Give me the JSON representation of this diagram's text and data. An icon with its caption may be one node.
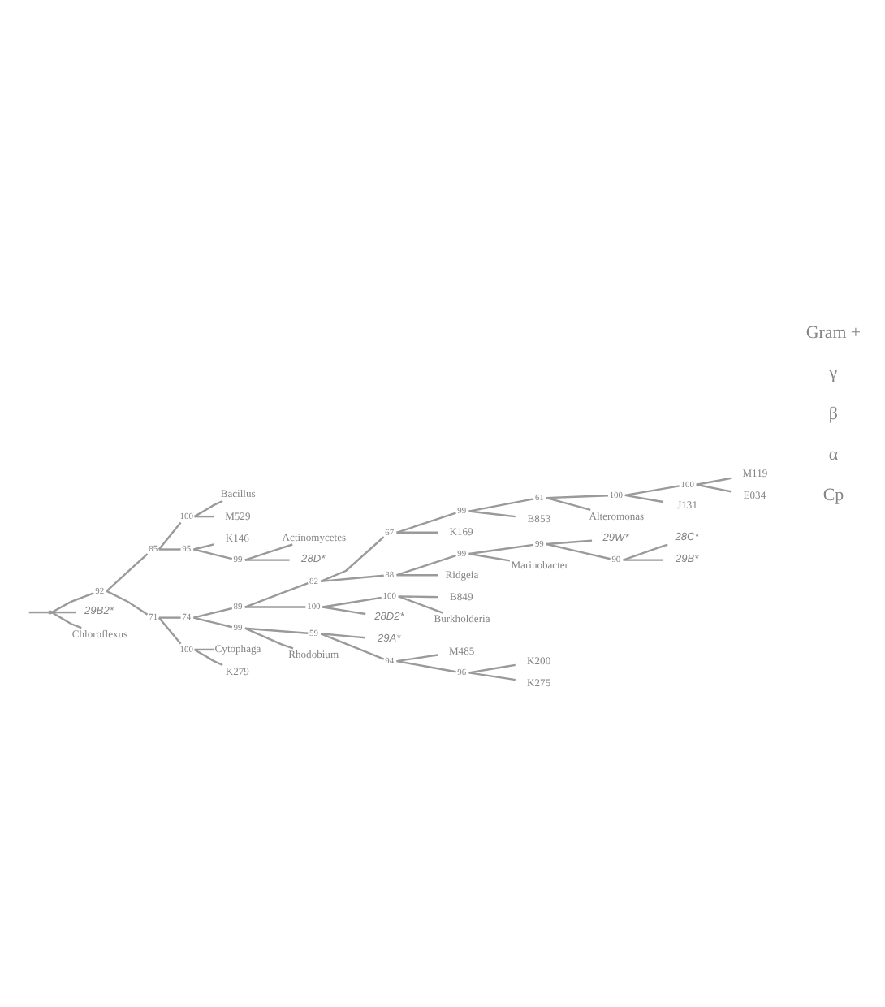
{
  "diagram": {
    "nodes": [
      {
        "text": [],
        "shape": "point"
      },
      {
        "text": [],
        "shape": "point",
        "beside": [
          "92"
        ]
      },
      {
        "text": [],
        "shape": "point",
        "beside": [
          "85"
        ]
      },
      {
        "text": [],
        "shape": "point",
        "beside": [
          "100"
        ]
      },
      {
        "text": [
          "Bacillus"
        ]
      },
      {
        "text": [
          "M529"
        ]
      },
      {
        "text": [],
        "shape": "point",
        "beside": [
          "95"
        ]
      },
      {
        "text": [
          "K146"
        ]
      },
      {
        "text": [],
        "shape": "point",
        "beside": [
          "99"
        ]
      },
      {
        "text": [
          "Actinomycetes"
        ]
      },
      {
        "text": [
          "28D*"
        ]
      },
      {
        "text": [],
        "shape": "point",
        "beside": [
          "71"
        ]
      },
      {
        "text": [],
        "shape": "point",
        "beside": [
          "74"
        ]
      },
      {
        "text": [],
        "shape": "point",
        "beside": [
          "89"
        ]
      },
      {
        "text": [],
        "shape": "point",
        "beside": [
          "82"
        ]
      },
      {
        "text": [],
        "shape": "point",
        "beside": [
          "67"
        ]
      },
      {
        "text": [],
        "shape": "point",
        "beside": [
          "99"
        ]
      },
      {
        "text": [],
        "shape": "point",
        "beside": [
          "61"
        ]
      },
      {
        "text": [],
        "shape": "point",
        "beside": [
          "100"
        ]
      },
      {
        "text": [],
        "shape": "point",
        "beside": [
          "100"
        ]
      },
      {
        "text": [
          "M119"
        ]
      },
      {
        "text": [
          "E034"
        ]
      },
      {
        "text": [
          "J131"
        ]
      },
      {
        "text": [
          "Alteromonas"
        ]
      },
      {
        "text": [
          "B853"
        ]
      },
      {
        "text": [
          "K169"
        ]
      },
      {
        "text": [],
        "shape": "point",
        "beside": [
          "88"
        ]
      },
      {
        "text": [],
        "shape": "point",
        "beside": [
          "99"
        ]
      },
      {
        "text": [],
        "shape": "point",
        "beside": [
          "99"
        ]
      },
      {
        "text": [
          "29W*"
        ]
      },
      {
        "text": [],
        "shape": "point",
        "beside": [
          "90"
        ]
      },
      {
        "text": [
          "28C*"
        ]
      },
      {
        "text": [
          "29B*"
        ]
      },
      {
        "text": [
          "Marinobacter"
        ]
      },
      {
        "text": [
          "Ridgeia"
        ]
      },
      {
        "text": [],
        "shape": "point",
        "beside": [
          "100"
        ]
      },
      {
        "text": [],
        "shape": "point",
        "beside": [
          "100"
        ]
      },
      {
        "text": [
          "B849"
        ]
      },
      {
        "text": [
          "Burkholderia"
        ]
      },
      {
        "text": [
          "28D2*"
        ]
      },
      {
        "text": [],
        "shape": "point",
        "beside": [
          "99"
        ]
      },
      {
        "text": [],
        "shape": "point",
        "beside": [
          "59"
        ]
      },
      {
        "text": [
          "29A*"
        ]
      },
      {
        "text": [],
        "shape": "point",
        "beside": [
          "94"
        ]
      },
      {
        "text": [
          "M485"
        ]
      },
      {
        "text": [],
        "shape": "point",
        "beside": [
          "96"
        ]
      },
      {
        "text": [
          "K200"
        ]
      },
      {
        "text": [
          "K275"
        ]
      },
      {
        "text": [
          "Rhodobium"
        ]
      },
      {
        "text": [],
        "shape": "point",
        "beside": [
          "100"
        ]
      },
      {
        "text": [
          "Cytophaga"
        ]
      },
      {
        "text": [
          "K279"
        ]
      },
      {
        "text": [
          "29B2*"
        ]
      },
      {
        "text": [
          "Chloroflexus"
        ]
      }
    ],
    "edges": [
      {
        "from": null,
        "to": 0,
        "arrow": "none"
      },
      {
        "from": 0,
        "to": 1,
        "arrow": "none"
      },
      {
        "from": 1,
        "to": 2,
        "arrow": "none"
      },
      {
        "from": 2,
        "to": 3,
        "arrow": "none"
      },
      {
        "from": 3,
        "to": 4,
        "arrow": "none"
      },
      {
        "from": 3,
        "to": 5,
        "arrow": "none"
      },
      {
        "from": 2,
        "to": 6,
        "arrow": "none"
      },
      {
        "from": 6,
        "to": 7,
        "arrow": "none"
      },
      {
        "from": 6,
        "to": 8,
        "arrow": "none"
      },
      {
        "from": 8,
        "to": 9,
        "arrow": "none"
      },
      {
        "from": 8,
        "to": 10,
        "arrow": "none"
      },
      {
        "from": 1,
        "to": 11,
        "arrow": "none"
      },
      {
        "from": 11,
        "to": 12,
        "arrow": "none"
      },
      {
        "from": 12,
        "to": 13,
        "arrow": "none"
      },
      {
        "from": 13,
        "to": 14,
        "arrow": "none"
      },
      {
        "from": 14,
        "to": 15,
        "arrow": "none"
      },
      {
        "from": 15,
        "to": 16,
        "arrow": "none"
      },
      {
        "from": 16,
        "to": 17,
        "arrow": "none"
      },
      {
        "from": 17,
        "to": 18,
        "arrow": "none"
      },
      {
        "from": 18,
        "to": 19,
        "arrow": "none"
      },
      {
        "from": 19,
        "to": 20,
        "arrow": "none"
      },
      {
        "from": 19,
        "to": 21,
        "arrow": "none"
      },
      {
        "from": 18,
        "to": 22,
        "arrow": "none"
      },
      {
        "from": 17,
        "to": 23,
        "arrow": "none"
      },
      {
        "from": 16,
        "to": 24,
        "arrow": "none"
      },
      {
        "from": 15,
        "to": 25,
        "arrow": "none"
      },
      {
        "from": 14,
        "to": 26,
        "arrow": "none"
      },
      {
        "from": 26,
        "to": 27,
        "arrow": "none"
      },
      {
        "from": 27,
        "to": 28,
        "arrow": "none"
      },
      {
        "from": 28,
        "to": 29,
        "arrow": "none"
      },
      {
        "from": 28,
        "to": 30,
        "arrow": "none"
      },
      {
        "from": 30,
        "to": 31,
        "arrow": "none"
      },
      {
        "from": 30,
        "to": 32,
        "arrow": "none"
      },
      {
        "from": 27,
        "to": 33,
        "arrow": "none"
      },
      {
        "from": 26,
        "to": 34,
        "arrow": "none"
      },
      {
        "from": 13,
        "to": 35,
        "arrow": "none"
      },
      {
        "from": 35,
        "to": 36,
        "arrow": "none"
      },
      {
        "from": 36,
        "to": 37,
        "arrow": "none"
      },
      {
        "from": 36,
        "to": 38,
        "arrow": "none"
      },
      {
        "from": 35,
        "to": 39,
        "arrow": "none"
      },
      {
        "from": 12,
        "to": 40,
        "arrow": "none"
      },
      {
        "from": 40,
        "to": 41,
        "arrow": "none"
      },
      {
        "from": 41,
        "to": 42,
        "arrow": "none"
      },
      {
        "from": 41,
        "to": 43,
        "arrow": "none"
      },
      {
        "from": 43,
        "to": 44,
        "arrow": "none"
      },
      {
        "from": 43,
        "to": 45,
        "arrow": "none"
      },
      {
        "from": 45,
        "to": 46,
        "arrow": "none"
      },
      {
        "from": 45,
        "to": 47,
        "arrow": "none"
      },
      {
        "from": 40,
        "to": 48,
        "arrow": "none"
      },
      {
        "from": 11,
        "to": 49,
        "arrow": "none"
      },
      {
        "from": 49,
        "to": 50,
        "arrow": "none"
      },
      {
        "from": 49,
        "to": 51,
        "arrow": "none"
      },
      {
        "from": 0,
        "to": 52,
        "arrow": "none"
      },
      {
        "from": 0,
        "to": 53,
        "arrow": "none"
      }
    ],
    "labels": [
      "Gram +",
      "γ",
      "β",
      "α",
      "Cp"
    ]
  }
}
